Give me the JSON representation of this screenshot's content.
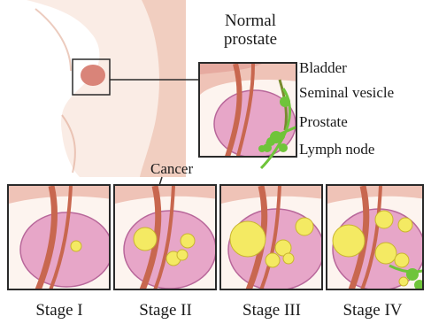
{
  "diagram": {
    "normal_title_line1": "Normal",
    "normal_title_line2": "prostate",
    "parts": [
      "Bladder",
      "Seminal vesicle",
      "Prostate",
      "Lymph node"
    ],
    "cancer_label": "Cancer",
    "stages": [
      {
        "label": "Stage I"
      },
      {
        "label": "Stage II"
      },
      {
        "label": "Stage III"
      },
      {
        "label": "Stage IV"
      }
    ]
  },
  "colors": {
    "skin": "#f2cfc0",
    "skin_shadow": "#e3a991",
    "bladder": "#e6aaa0",
    "prostate": "#e7a6c8",
    "prostate_edge": "#b8679a",
    "urethra": "#c8674f",
    "tumor": "#f4ea63",
    "tumor_edge": "#c9b530",
    "lymph": "#6fc43a",
    "border": "#2a2a2a"
  }
}
